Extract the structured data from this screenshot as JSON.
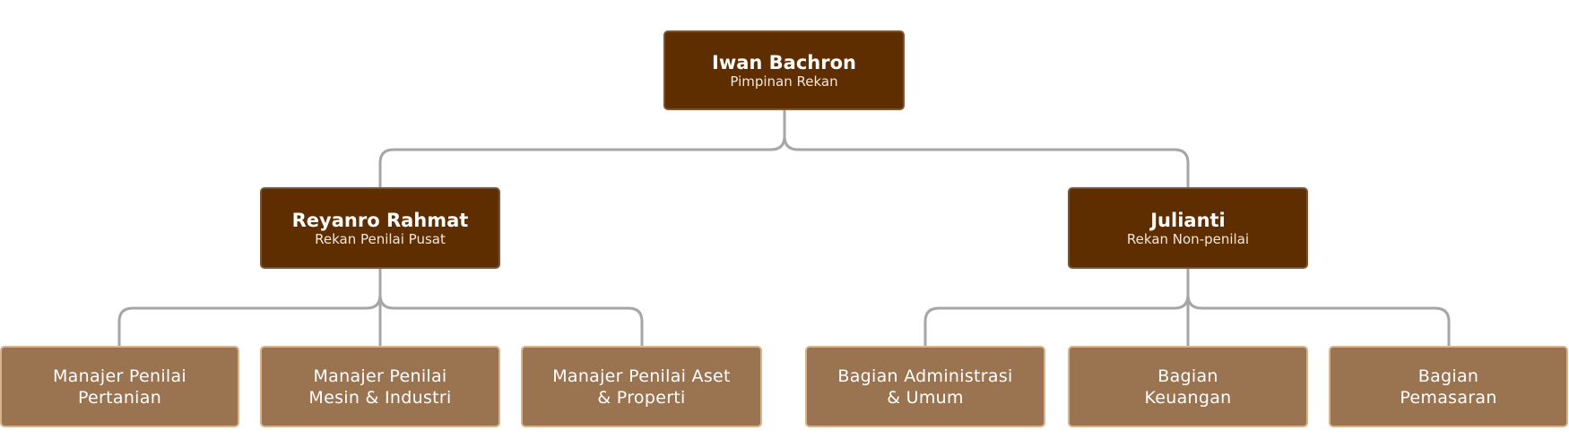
{
  "colors": {
    "leader": "#5e2e01",
    "unit": "#9a7350",
    "connector": "#a6a6a6"
  },
  "root": {
    "name": "Iwan Bachron",
    "role": "Pimpinan Rekan"
  },
  "managers": [
    {
      "name": "Reyanro Rahmat",
      "role": "Rekan Penilai Pusat",
      "units": [
        {
          "line1": "Manajer Penilai",
          "line2": "Pertanian"
        },
        {
          "line1": "Manajer Penilai",
          "line2": "Mesin & Industri"
        },
        {
          "line1": "Manajer Penilai Aset",
          "line2": "& Properti"
        }
      ]
    },
    {
      "name": "Julianti",
      "role": "Rekan Non-penilai",
      "units": [
        {
          "line1": "Bagian Administrasi",
          "line2": "& Umum"
        },
        {
          "line1": "Bagian",
          "line2": "Keuangan"
        },
        {
          "line1": "Bagian",
          "line2": "Pemasaran"
        }
      ]
    }
  ]
}
